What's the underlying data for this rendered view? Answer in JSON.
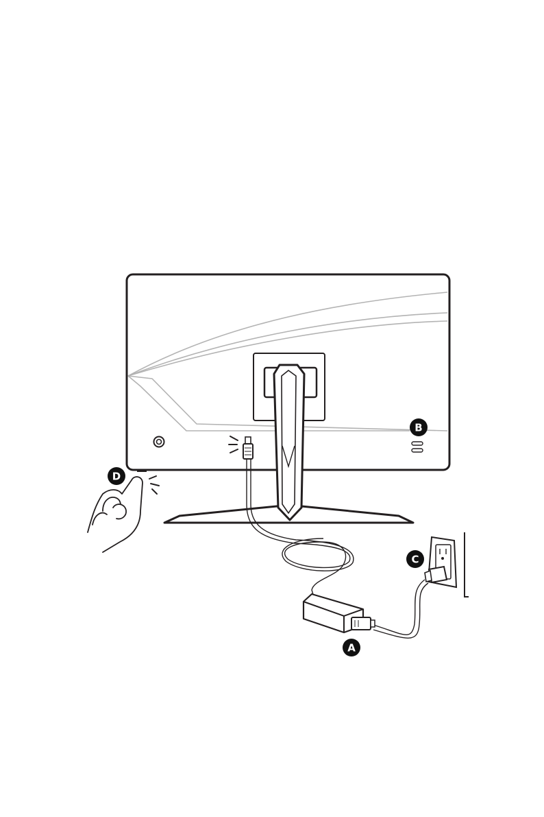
{
  "colors": {
    "ink": "#231f20",
    "light_line": "#b3b3b3",
    "badge_fill": "#111111",
    "badge_text": "#ffffff",
    "background": "#ffffff"
  },
  "callouts": {
    "a": "A",
    "b": "B",
    "c": "C",
    "d": "D"
  },
  "icons": {
    "power_button": "power-button-icon",
    "dc_in_port": "dc-in-port-icon",
    "type_c_port": "usb-c-port-icon",
    "wall_outlet": "wall-outlet-icon",
    "hand": "hand-pressing-icon"
  }
}
